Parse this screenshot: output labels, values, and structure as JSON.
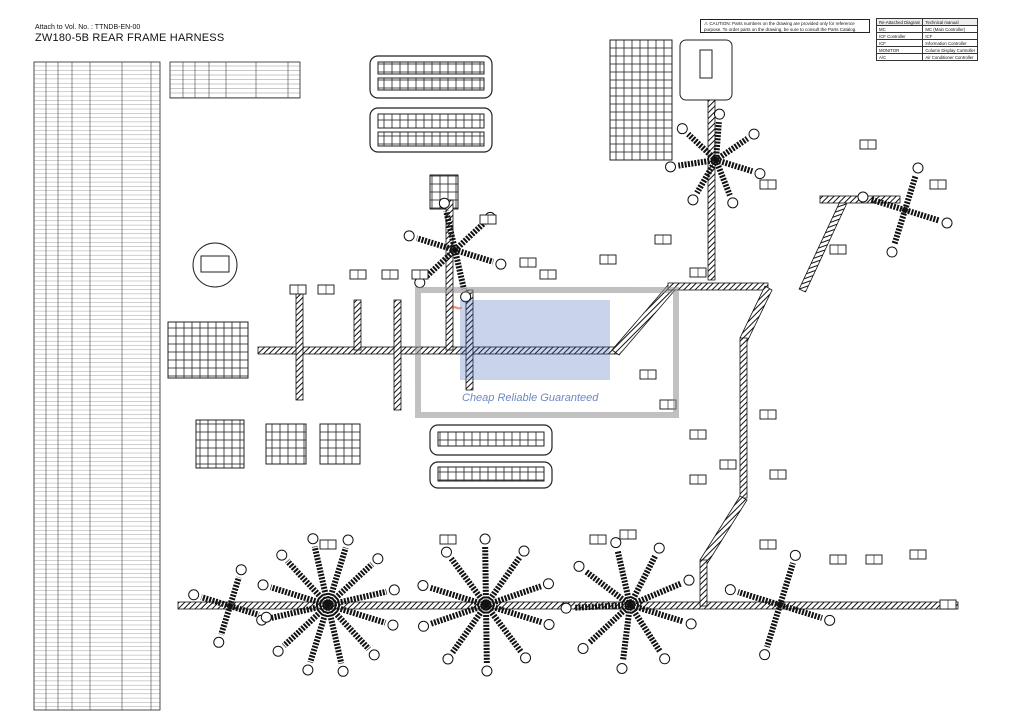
{
  "header": {
    "attach_label": "Attach to Vol. No. : TTNDB-EN-00",
    "title": "ZW180-5B REAR FRAME HARNESS"
  },
  "caution": {
    "text": "CAUTION: Parts numbers on the drawing are provided only for reference purpose. To order parts on the drawing, be sure to consult the Parts Catalog."
  },
  "legend": {
    "header": [
      "Re-Attached Diagram",
      "Technical manual"
    ],
    "rows": [
      [
        "MC",
        "MC (Main Controller)"
      ],
      [
        "ICF Controller",
        "ICF"
      ],
      [
        "ICF",
        "Information Controller"
      ],
      [
        "MONITOR",
        "Column Display Controller"
      ],
      [
        "A/C",
        "Air Conditioner Controller"
      ]
    ]
  },
  "watermark": {
    "text": "Cheap Reliable Guaranteed",
    "brand_color": "#3a5fb0"
  }
}
